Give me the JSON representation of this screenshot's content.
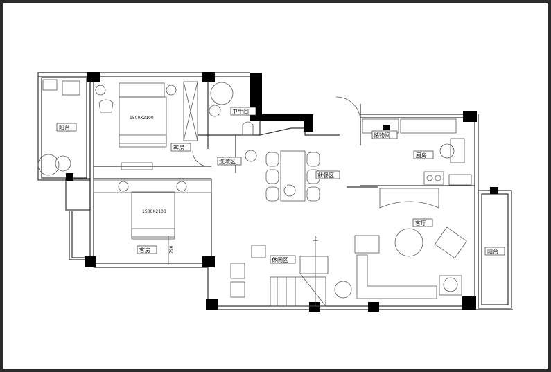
{
  "rooms": {
    "balcony_left": "阳台",
    "guest_room_top": "客房",
    "guest_room_bottom": "客房",
    "bathroom": "卫生间",
    "wash_area": "洗漱区",
    "dining_area": "就餐区",
    "storage_room": "储物间",
    "kitchen": "厨房",
    "living_room": "客厅",
    "balcony_right": "阳台",
    "leisure_area": "休闲区"
  },
  "annotations": {
    "bed_top_size": "1500X2100",
    "bed_bottom_size": "1500X2100",
    "dimension_790": "790",
    "stairs_up": "上"
  }
}
